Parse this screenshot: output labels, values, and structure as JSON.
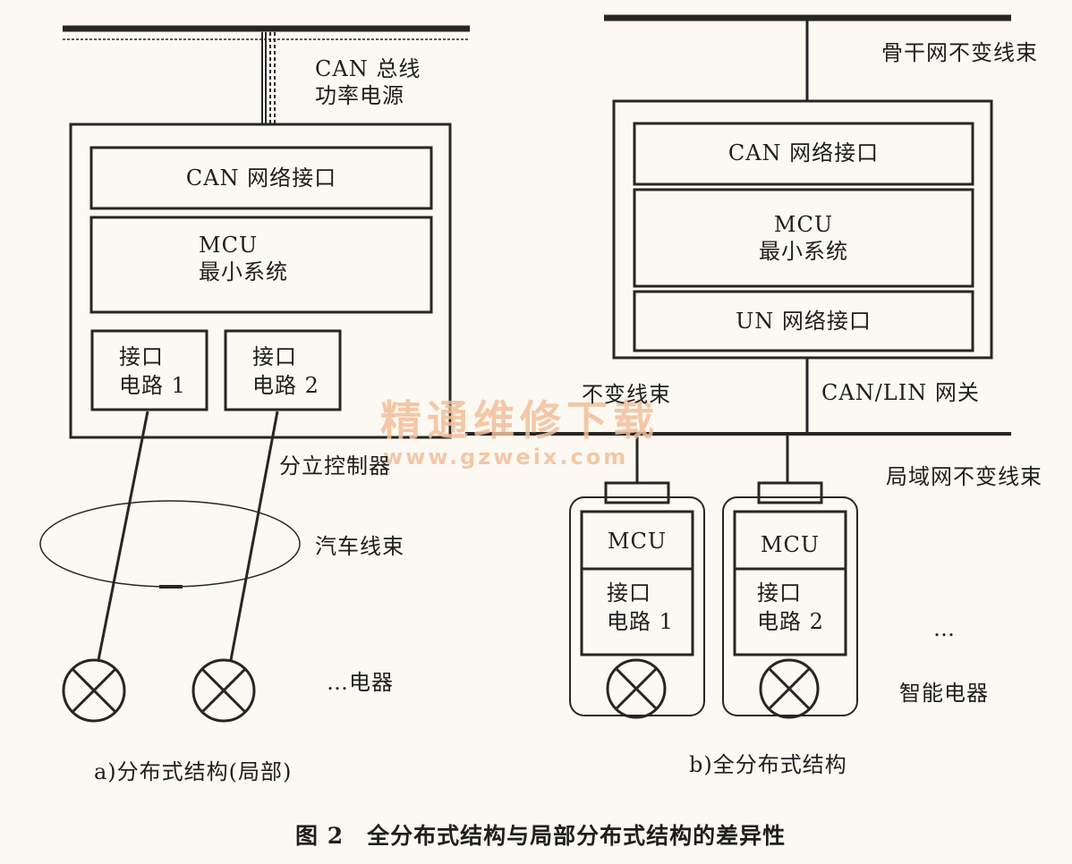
{
  "watermark": {
    "text": "精通维修下载",
    "url": "www.gzweix.com",
    "color": "#f2bf9b"
  },
  "left": {
    "bus_label_line1": "CAN 总线",
    "bus_label_line2": "功率电源",
    "can_interface": "CAN 网络接口",
    "mcu_line1": "MCU",
    "mcu_line2": "最小系统",
    "interface1_line1": "接口",
    "interface1_line2": "电路 1",
    "interface2_line1": "接口",
    "interface2_line2": "电路 2",
    "controller_label": "分立控制器",
    "harness_label": "汽车线束",
    "appliance_label": "…电器",
    "caption": "a)分布式结构(局部)"
  },
  "right": {
    "backbone_label": "骨干网不变线束",
    "can_interface": "CAN 网络接口",
    "mcu_line1": "MCU",
    "mcu_line2": "最小系统",
    "lin_interface": "UN 网络接口",
    "bus_label": "不变线束",
    "gateway_label": "CAN/LIN 网关",
    "lan_label": "局域网不变线束",
    "node1_mcu": "MCU",
    "node1_line1": "接口",
    "node1_line2": "电路 1",
    "node2_mcu": "MCU",
    "node2_line1": "接口",
    "node2_line2": "电路 2",
    "ellipsis": "…",
    "smart_label": "智能电器",
    "caption": "b)全分布式结构"
  },
  "figure_caption": "图 2　全分布式结构与局部分布式结构的差异性"
}
